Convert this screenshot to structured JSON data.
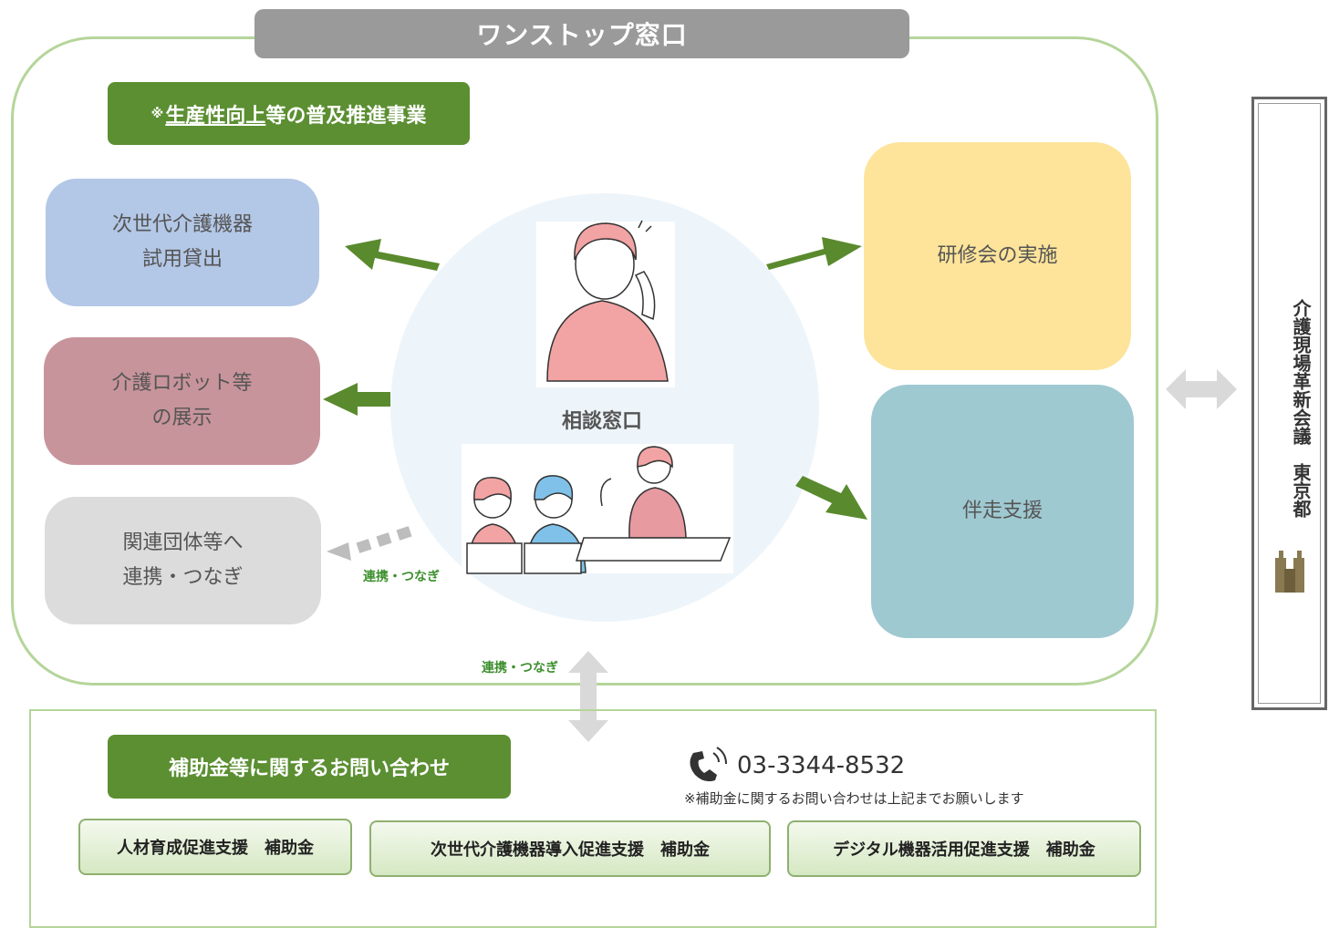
{
  "header": {
    "title": "ワンストップ窓口"
  },
  "promo": {
    "note_mark": "※",
    "underlined": "生産性向上",
    "rest": "等の普及推進事業"
  },
  "services": {
    "trial": "次世代介護機器\n試用貸出",
    "robot": "介護ロボット等\nの展示",
    "link": "関連団体等へ\n連携・つなぎ",
    "training": "研修会の実施",
    "support": "伴走支援"
  },
  "center": {
    "label": "相談窓口"
  },
  "link_tag": "連携・つなぎ",
  "side_panel": {
    "text": "介護現場革新会議　東京都"
  },
  "inquiry": {
    "label": "補助金等に関するお問い合わせ",
    "phone": "03-3344-8532",
    "note": "※補助金に関するお問い合わせは上記までお願いします"
  },
  "subsidies": [
    "人材育成促進支援　補助金",
    "次世代介護機器導入促進支援　補助金",
    "デジタル機器活用促進支援　補助金"
  ],
  "colors": {
    "accent_green": "#5b8f32",
    "frame_green": "#b5d59a",
    "arrow_green": "#5a8a2e",
    "banner_gray": "#9a9a9a"
  }
}
